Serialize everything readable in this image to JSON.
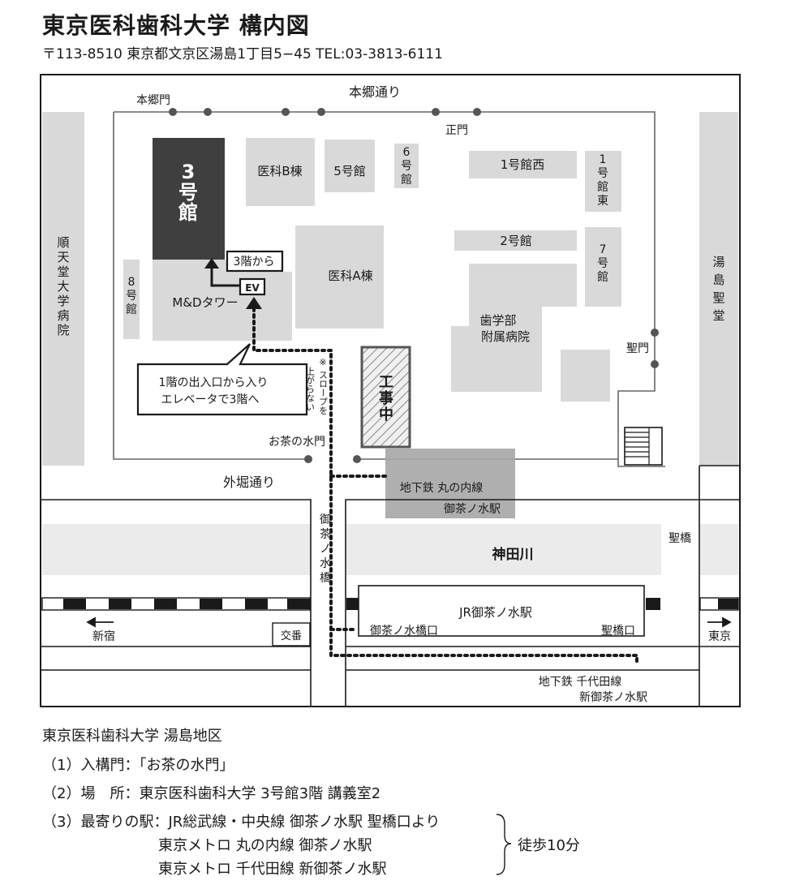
{
  "header": {
    "title": "東京医科歯科大学 構内図",
    "address": "〒113-8510 東京都文京区湯島1丁目5−45 TEL:03-3813-6111"
  },
  "map": {
    "roads": {
      "hongo": "本郷通り",
      "sotobori": "外堀通り",
      "kandagawa": "神田川",
      "hijiribashi_bridge": "聖橋"
    },
    "gates": {
      "hongo_gate": "本郷門",
      "main_gate": "正門",
      "hijiri_gate": "聖門",
      "ochanomizu_gate": "お茶の水門"
    },
    "buildings": {
      "bldg3_lines": [
        "3",
        "号",
        "館"
      ],
      "medical_b": "医科B棟",
      "bldg5": "5号館",
      "bldg6_lines": [
        "6",
        "号",
        "館"
      ],
      "bldg1_west": "1号館西",
      "bldg1_east_lines": [
        "1",
        "号",
        "館",
        "東"
      ],
      "bldg2": "2号館",
      "bldg7_lines": [
        "7",
        "号",
        "館"
      ],
      "medical_a": "医科A棟",
      "dental_hospital_lines": [
        "歯学部",
        "附属病院"
      ],
      "bldg8_lines": [
        "8",
        "号",
        "館"
      ],
      "md_tower": "M&Dタワー",
      "construction_lines": [
        "工",
        "事",
        "中"
      ],
      "juntendo_lines": [
        "順",
        "天",
        "堂",
        "大",
        "学",
        "病",
        "院"
      ],
      "yushima_seido_lines": [
        "湯",
        "島",
        "聖",
        "堂"
      ],
      "koban": "交番"
    },
    "stations": {
      "marunouchi": "地下鉄 丸の内線",
      "marunouchi_ochanomizu": "御茶ノ水駅",
      "jr_ochanomizu": "JR御茶ノ水駅",
      "ochanomizubashi_exit": "御茶ノ水橋口",
      "hijiribashi_exit": "聖橋口",
      "chiyoda": "地下鉄 千代田線",
      "shin_ochanomizu": "新御茶ノ水駅",
      "ochanomizubashi_bridge_lines": [
        "御",
        "茶",
        "ノ",
        "水",
        "橋"
      ]
    },
    "directions": {
      "shinjuku": "新宿",
      "tokyo": "東京"
    },
    "callouts": {
      "from_3f": "3階から",
      "ev": "EV",
      "entrance_note_line1": "1階の出入口から入り",
      "entrance_note_line2": "エレベータで3階へ",
      "slope_note_lines": [
        "※ スロープを",
        "上がらない"
      ]
    },
    "colors": {
      "building": "#d9d9d9",
      "target_building": "#3f3f3f",
      "subway": "#a6a6a6",
      "line": "#555555"
    }
  },
  "info": {
    "campus": "東京医科歯科大学 湯島地区",
    "entry_gate": "（1）入構門：「お茶の水門」",
    "venue": "（2）場　所：東京医科歯科大学 3号館3階 講義室2",
    "nearest_station": "（3）最寄りの駅：JR総武線・中央線 御茶ノ水駅 聖橋口より",
    "metro1": "東京メトロ 丸の内線 御茶ノ水駅",
    "metro2": "東京メトロ 千代田線 新御茶ノ水駅",
    "walk_time": "徒歩10分"
  }
}
